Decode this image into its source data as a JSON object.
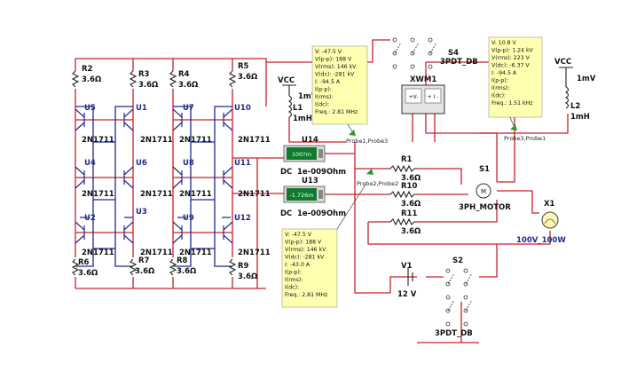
{
  "transistor_model": "2N1711",
  "resistors_top": [
    {
      "name": "R2",
      "value": "3.6Ω"
    },
    {
      "name": "R3",
      "value": "3.6Ω"
    },
    {
      "name": "R4",
      "value": "3.6Ω"
    },
    {
      "name": "R5",
      "value": "3.6Ω"
    }
  ],
  "resistors_bottom": [
    {
      "name": "R6",
      "value": "3.6Ω"
    },
    {
      "name": "R7",
      "value": "3.6Ω"
    },
    {
      "name": "R8",
      "value": "3.6Ω"
    },
    {
      "name": "R9",
      "value": "3.6Ω"
    }
  ],
  "transistor_labels": [
    "U5",
    "U1",
    "U7",
    "U10",
    "U4",
    "U6",
    "U8",
    "U11",
    "U2",
    "U3",
    "U9",
    "U12"
  ],
  "vcc_left": {
    "label": "VCC",
    "value": "1mV"
  },
  "inductor_left": {
    "name": "L1",
    "value": "1mH"
  },
  "vcc_right": {
    "label": "VCC",
    "value": "1mV"
  },
  "inductor_right": {
    "name": "L2",
    "value": "1mH"
  },
  "probe_box_left_top": {
    "lines": [
      "V: -47.5 V",
      "V(p-p): 188 V",
      "V(rms): 146 kV",
      "V(dc): -281 kV",
      "I: -94.5 A",
      "I(p-p):",
      "I(rms):",
      "I(dc):",
      "Freq.: 2.81 MHz"
    ]
  },
  "probe_box_right_top": {
    "lines": [
      "V: 10.8 V",
      "V(p-p): 1.24 kV",
      "V(rms): 223 V",
      "V(dc): -6.37 V",
      "I: -94.5 A",
      "I(p-p):",
      "I(rms):",
      "I(dc):",
      "Freq.: 1.51 kHz"
    ]
  },
  "probe_box_bottom": {
    "lines": [
      "V: -47.5 V",
      "V(p-p): 188 V",
      "V(rms): 146 kV",
      "V(dc): -281 kV",
      "I: -43.0 A",
      "I(p-p):",
      "I(rms):",
      "I(dc):",
      "Freq.: 2.81 MHz"
    ]
  },
  "probe_labels": {
    "p1": "Probe1,Probe3",
    "p2": "Probe2,Probe2",
    "p3": "Probe3,Probe1"
  },
  "meter_u14": {
    "name": "U14",
    "reading": "100?m",
    "mode": "DC",
    "res": "1e-009Ohm"
  },
  "meter_u13": {
    "name": "U13",
    "reading": "-1.726m",
    "mode": "DC",
    "res": "1e-009Ohm"
  },
  "resistors_motor": [
    {
      "name": "R1",
      "value": "3.6Ω"
    },
    {
      "name": "R10",
      "value": "3.6Ω"
    },
    {
      "name": "R11",
      "value": "3.6Ω"
    }
  ],
  "wattmeter": {
    "name": "XWM1"
  },
  "switch_s4": {
    "name": "S4",
    "type": "3PDT_DB"
  },
  "switch_s1": {
    "name": "S1"
  },
  "motor": {
    "name": "3PH_MOTOR"
  },
  "lamp": {
    "name": "X1",
    "rating": "100V_100W"
  },
  "battery": {
    "name": "V1",
    "value": "12 V"
  },
  "switch_s2": {
    "name": "S2",
    "type": "3PDT_DB"
  },
  "colors": {
    "wire": "#c8202a",
    "label": "#1f2a8a",
    "probe_box": "#ffffb0",
    "meter_screen": "#0f7a2e"
  }
}
